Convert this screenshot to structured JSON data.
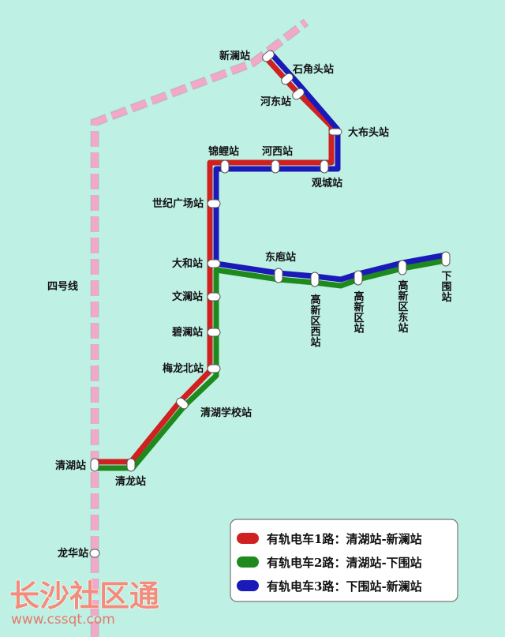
{
  "line4": {
    "label": "四号线"
  },
  "stations": {
    "xinlan": "新澜站",
    "shijiaotou": "石角头站",
    "hedong": "河东站",
    "dabutou": "大布头站",
    "guancheng": "观城站",
    "hexi": "河西站",
    "jinli": "锦鲤站",
    "shiji": "世纪广场站",
    "dahe": "大和站",
    "donghu": "东庖站",
    "gaoxinxixi": "高新区西站",
    "gaoxinqu": "高新区站",
    "gaoxindong": "高新区东站",
    "xiawei": "下围站",
    "wenlan": "文澜站",
    "bilan": "碧澜站",
    "meilongbei": "梅龙北站",
    "qinghuxuexiao": "清湖学校站",
    "qinghu": "清湖站",
    "qinglong": "清龙站",
    "longhua": "龙华站"
  },
  "legend": [
    {
      "label": "有轨电车1路：清湖站-新澜站",
      "color": "#d02020"
    },
    {
      "label": "有轨电车2路：清湖站-下围站",
      "color": "#1e8a1e"
    },
    {
      "label": "有轨电车3路：下围站-新澜站",
      "color": "#1a1ab8"
    }
  ],
  "colors": {
    "line4": "#f2a8c8",
    "background": "#bff0e4"
  },
  "watermark": {
    "title": "长沙社区通",
    "url": "www.cssqt.com"
  }
}
